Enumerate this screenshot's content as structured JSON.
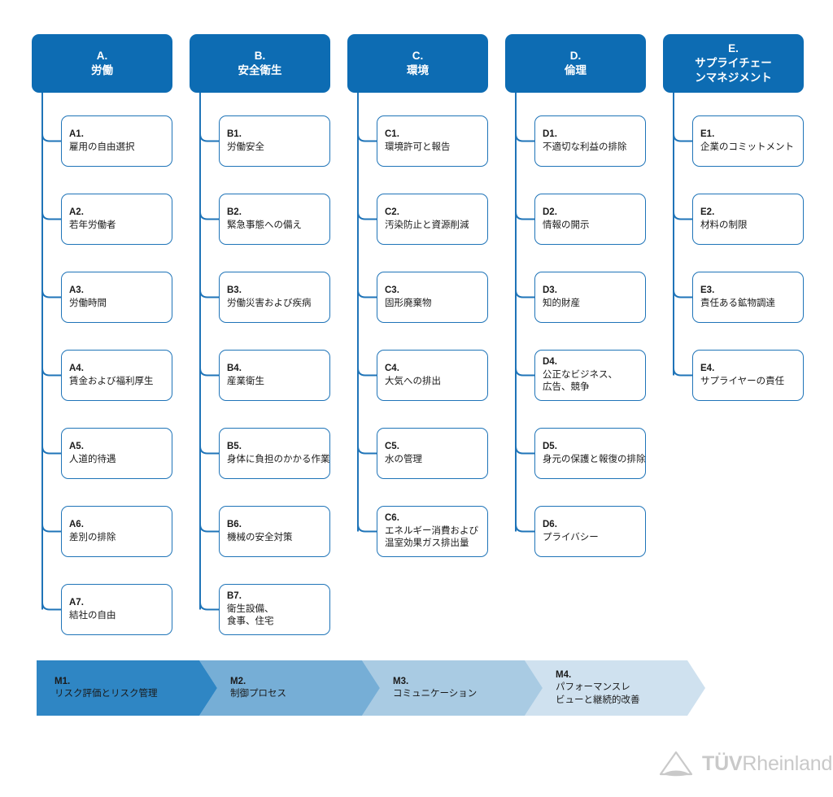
{
  "diagram": {
    "title": "RBA Code of Conduct structure",
    "colors": {
      "header_blue": "#0d6cb3",
      "border_blue": "#1f74b8",
      "connector_blue": "#1f74b8",
      "text_dark": "#1a1a1a",
      "logo_gray": "#c9c9c9",
      "chevron_1": "#2f86c4",
      "chevron_2": "#76aed6",
      "chevron_3": "#a9cbe3",
      "chevron_4": "#cfe1ef"
    }
  },
  "columns": [
    {
      "id": "A",
      "header": {
        "code": "A.",
        "title": "労働"
      },
      "items": [
        {
          "code": "A1.",
          "lines": [
            "雇用の自由選択"
          ]
        },
        {
          "code": "A2.",
          "lines": [
            "若年労働者"
          ]
        },
        {
          "code": "A3.",
          "lines": [
            "労働時間"
          ]
        },
        {
          "code": "A4.",
          "lines": [
            "賃金および福利厚生"
          ]
        },
        {
          "code": "A5.",
          "lines": [
            "人道的待遇"
          ]
        },
        {
          "code": "A6.",
          "lines": [
            "差別の排除"
          ]
        },
        {
          "code": "A7.",
          "lines": [
            "結社の自由"
          ]
        }
      ]
    },
    {
      "id": "B",
      "header": {
        "code": "B.",
        "title": "安全衛生"
      },
      "items": [
        {
          "code": "B1.",
          "lines": [
            "労働安全"
          ]
        },
        {
          "code": "B2.",
          "lines": [
            "緊急事態への備え"
          ]
        },
        {
          "code": "B3.",
          "lines": [
            "労働災害および疾病"
          ]
        },
        {
          "code": "B4.",
          "lines": [
            "産業衛生"
          ]
        },
        {
          "code": "B5.",
          "lines": [
            "身体に負担のかかる作業"
          ]
        },
        {
          "code": "B6.",
          "lines": [
            "機械の安全対策"
          ]
        },
        {
          "code": "B7.",
          "lines": [
            "衛生設備、",
            "食事、住宅"
          ]
        }
      ]
    },
    {
      "id": "C",
      "header": {
        "code": "C.",
        "title": "環境"
      },
      "items": [
        {
          "code": "C1.",
          "lines": [
            "環境許可と報告"
          ]
        },
        {
          "code": "C2.",
          "lines": [
            "汚染防止と資源削減"
          ]
        },
        {
          "code": "C3.",
          "lines": [
            "固形廃棄物"
          ]
        },
        {
          "code": "C4.",
          "lines": [
            "大気への排出"
          ]
        },
        {
          "code": "C5.",
          "lines": [
            "水の管理"
          ]
        },
        {
          "code": "C6.",
          "lines": [
            "エネルギー消費および",
            "温室効果ガス排出量"
          ]
        }
      ]
    },
    {
      "id": "D",
      "header": {
        "code": "D.",
        "title": "倫理"
      },
      "items": [
        {
          "code": "D1.",
          "lines": [
            "不適切な利益の排除"
          ]
        },
        {
          "code": "D2.",
          "lines": [
            "情報の開示"
          ]
        },
        {
          "code": "D3.",
          "lines": [
            "知的財産"
          ]
        },
        {
          "code": "D4.",
          "lines": [
            "公正なビジネス、",
            "広告、競争"
          ]
        },
        {
          "code": "D5.",
          "lines": [
            "身元の保護と報復の排除"
          ]
        },
        {
          "code": "D6.",
          "lines": [
            "プライバシー"
          ]
        }
      ]
    },
    {
      "id": "E",
      "header": {
        "code": "E.",
        "title": "サプライチェー",
        "title2": "ンマネジメント"
      },
      "items": [
        {
          "code": "E1.",
          "lines": [
            "企業のコミットメント"
          ]
        },
        {
          "code": "E2.",
          "lines": [
            "材料の制限"
          ]
        },
        {
          "code": "E3.",
          "lines": [
            "責任ある鉱物調達"
          ]
        },
        {
          "code": "E4.",
          "lines": [
            "サプライヤーの責任"
          ]
        }
      ]
    }
  ],
  "process_bar": {
    "steps": [
      {
        "code": "M1.",
        "lines": [
          "リスク評価とリスク管理"
        ],
        "color": "#2f86c4"
      },
      {
        "code": "M2.",
        "lines": [
          "制御プロセス"
        ],
        "color": "#76aed6"
      },
      {
        "code": "M3.",
        "lines": [
          "コミュニケーション"
        ],
        "color": "#a9cbe3"
      },
      {
        "code": "M4.",
        "lines": [
          "パフォーマンスレ",
          "ビューと継続的改善"
        ],
        "color": "#cfe1ef"
      }
    ]
  },
  "logo": {
    "bold_text": "TÜV",
    "regular_text": "Rheinland",
    "mark": "triangle-mark"
  }
}
